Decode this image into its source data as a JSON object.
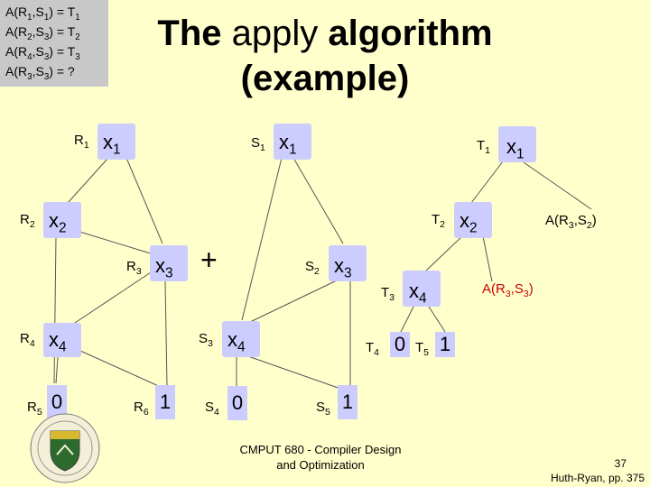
{
  "info_lines": [
    {
      "f": "A",
      "a": "R",
      "ai": "1",
      "b": "S",
      "bi": "1",
      "res": "T",
      "ri": "1"
    },
    {
      "f": "A",
      "a": "R",
      "ai": "2",
      "b": "S",
      "bi": "3",
      "res": "T",
      "ri": "2"
    },
    {
      "f": "A",
      "a": "R",
      "ai": "4",
      "b": "S",
      "bi": "3",
      "res": "T",
      "ri": "3"
    },
    {
      "f": "A",
      "a": "R",
      "ai": "3",
      "b": "S",
      "bi": "3",
      "res": "?",
      "ri": ""
    }
  ],
  "title": {
    "part1": "The",
    "part2": " apply ",
    "part3": "algorithm",
    "part4": "(example)"
  },
  "nodes": {
    "R1": {
      "l": "R",
      "i": "1",
      "v": "x",
      "vi": "1"
    },
    "R2": {
      "l": "R",
      "i": "2",
      "v": "x",
      "vi": "2"
    },
    "R3": {
      "l": "R",
      "i": "3",
      "v": "x",
      "vi": "3"
    },
    "R4": {
      "l": "R",
      "i": "4",
      "v": "x",
      "vi": "4"
    },
    "R5": {
      "l": "R",
      "i": "5",
      "v": "0"
    },
    "R6": {
      "l": "R",
      "i": "6",
      "v": "1"
    },
    "S1": {
      "l": "S",
      "i": "1",
      "v": "x",
      "vi": "1"
    },
    "S2": {
      "l": "S",
      "i": "2",
      "v": "x",
      "vi": "3"
    },
    "S3": {
      "l": "S",
      "i": "3",
      "v": "x",
      "vi": "4"
    },
    "S4": {
      "l": "S",
      "i": "4",
      "v": "0"
    },
    "S5": {
      "l": "S",
      "i": "5",
      "v": "1"
    },
    "T1": {
      "l": "T",
      "i": "1",
      "v": "x",
      "vi": "1"
    },
    "T2": {
      "l": "T",
      "i": "2",
      "v": "x",
      "vi": "2"
    },
    "T3": {
      "l": "T",
      "i": "3",
      "v": "x",
      "vi": "4"
    },
    "T4": {
      "l": "T",
      "i": "4",
      "v": "0"
    },
    "T5": {
      "l": "T",
      "i": "5",
      "v": "1"
    }
  },
  "plus": "+",
  "annotations": {
    "a1": {
      "f": "A",
      "a": "R",
      "ai": "3",
      "b": "S",
      "bi": "2"
    },
    "a2": {
      "f": "A",
      "a": "R",
      "ai": "3",
      "b": "S",
      "bi": "3"
    }
  },
  "footer": {
    "line1": "CMPUT 680 - Compiler Design",
    "line2": "and Optimization"
  },
  "page": {
    "number": "37",
    "ref": "Huth-Ryan, pp. 375"
  },
  "colors": {
    "background": "#ffffcc",
    "node_fill": "#ccccff",
    "info_box": "#c8c8c8",
    "annotation": "#cc0000"
  }
}
